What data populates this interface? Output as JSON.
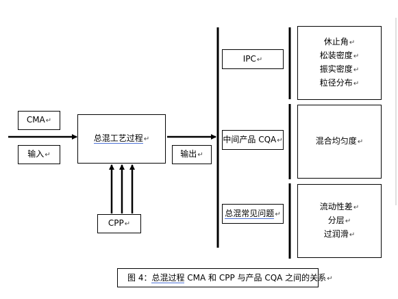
{
  "nodes": {
    "cma": "CMA",
    "input": "输入",
    "process": "总混工艺过程",
    "cpp": "CPP",
    "output": "输出",
    "ipc": "IPC",
    "cqa": "中间产品 CQA",
    "issues": "总混常见问题"
  },
  "results": {
    "ipc": [
      "休止角",
      "松装密度",
      "振实密度",
      "粒径分布"
    ],
    "cqa": [
      "混合均匀度"
    ],
    "issues": [
      "流动性差",
      "分层",
      "过润滑"
    ]
  },
  "caption": {
    "prefix": "图 4：",
    "underlined": "总混过程",
    "rest": " CMA 和 CPP 与产品 CQA 之间的关系"
  },
  "return_mark": "↵"
}
